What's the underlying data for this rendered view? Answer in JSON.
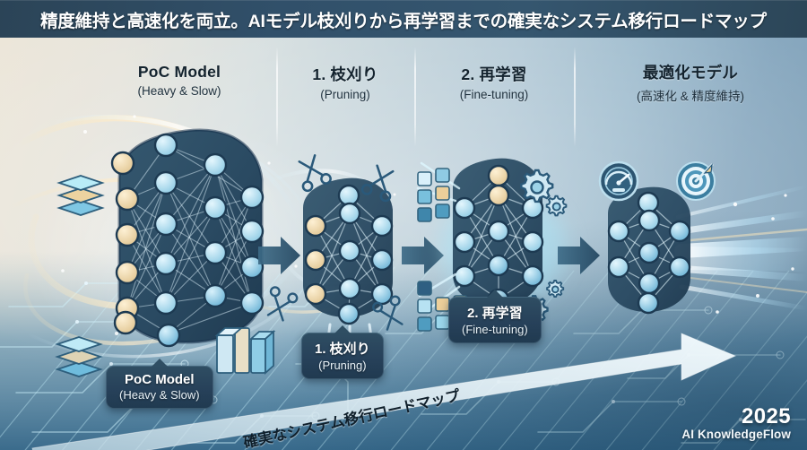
{
  "header": {
    "title": "精度維持と高速化を両立。AIモデル枝刈りから再学習までの確実なシステム移行ロードマップ",
    "background_color": "#2f4d66"
  },
  "stages": [
    {
      "id": "poc",
      "title": "PoC Model",
      "subtitle": "(Heavy & Slow)",
      "badge_title": "PoC Model",
      "badge_subtitle": "(Heavy & Slow)",
      "icons": [
        "layer-stack-icon",
        "layer-stack-icon",
        "server-rack-icon"
      ],
      "node_color_input": "#e8d2a6",
      "node_color_hidden": "#bfe0ef",
      "blob_color": "#2b4a61"
    },
    {
      "id": "pruning",
      "title": "1. 枝刈り",
      "subtitle": "(Pruning)",
      "badge_title": "1. 枝刈り",
      "badge_subtitle": "(Pruning)",
      "icons": [
        "scissors-icon",
        "scissors-icon",
        "scissors-icon",
        "scissors-icon"
      ],
      "node_color_input": "#ebd3a4",
      "node_color_hidden": "#aedcef",
      "blob_color": "#2b4a61"
    },
    {
      "id": "finetuning",
      "title": "2. 再学習",
      "subtitle": "(Fine-tuning)",
      "badge_title": "2. 再学習",
      "badge_subtitle": "(Fine-tuning)",
      "icons": [
        "gear-icon",
        "gear-icon",
        "gear-icon",
        "data-block-icon",
        "data-block-icon"
      ],
      "node_color_input": "#f0cf96",
      "node_color_hidden": "#9fd6ea",
      "blob_color": "#2b4a61"
    },
    {
      "id": "optimized",
      "title": "最適化モデル",
      "subtitle": "(高速化 & 精度維持)",
      "badge_title": "",
      "badge_subtitle": "",
      "icons": [
        "speedometer-icon",
        "target-icon"
      ],
      "node_color_input": "#cfeaf6",
      "node_color_hidden": "#a8d8ec",
      "blob_color": "#2b4a61"
    }
  ],
  "roadmap_arrow": {
    "label": "確実なシステム移行ロードマップ",
    "direction": "up-right"
  },
  "brand": {
    "year": "2025",
    "name": "AI KnowledgeFlow"
  },
  "colors": {
    "accent_dark": "#27415a",
    "accent_arrow": "#2d5470",
    "bg_left": "#ece6d9",
    "bg_right": "#7e9fb6",
    "node_cream": "#e8d2a6",
    "node_blue": "#aedcef"
  }
}
